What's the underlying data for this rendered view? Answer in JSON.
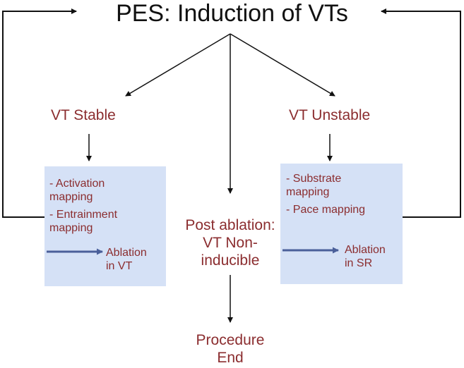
{
  "title": "PES: Induction of VTs",
  "colors": {
    "text_red": "#8b2d2f",
    "box_fill": "#d5e1f6",
    "blue_arrow": "#4a5f9a",
    "black": "#111111"
  },
  "left_branch": {
    "heading": "VT Stable",
    "items": [
      "- Activation",
      "mapping",
      "- Entrainment",
      "mapping"
    ],
    "ablation": [
      "Ablation",
      "in VT"
    ]
  },
  "right_branch": {
    "heading": "VT Unstable",
    "items": [
      "- Substrate",
      "mapping",
      "- Pace mapping"
    ],
    "ablation": [
      "Ablation",
      "in SR"
    ]
  },
  "center": {
    "post_ablation": [
      "Post ablation:",
      "VT Non-",
      "inducible"
    ],
    "end": [
      "Procedure",
      "End"
    ]
  }
}
